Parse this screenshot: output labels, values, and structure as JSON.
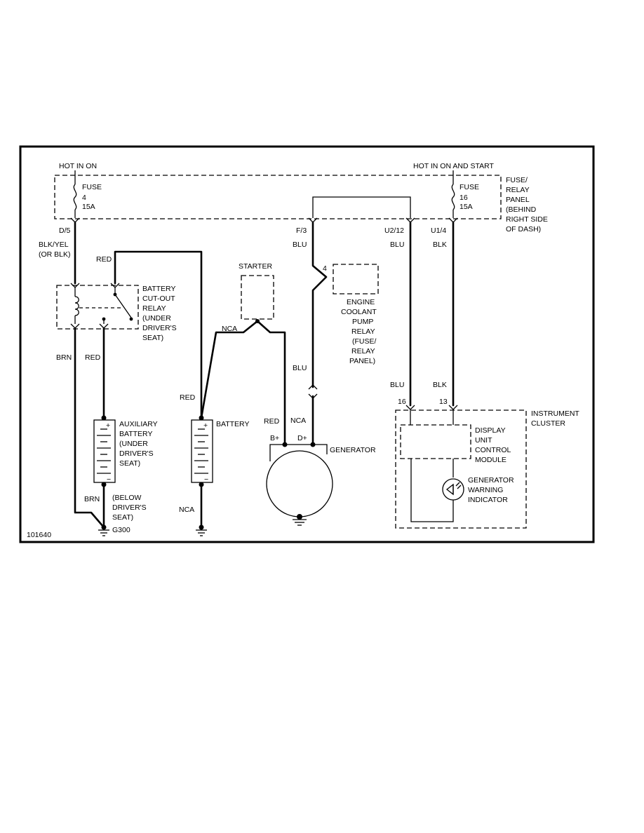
{
  "headers": {
    "hot_in_on": "HOT IN ON",
    "hot_in_on_and_start": "HOT IN ON AND START"
  },
  "fuse_panel": {
    "lines": [
      "FUSE/",
      "RELAY",
      "PANEL",
      "(BEHIND",
      "RIGHT SIDE",
      "OF DASH)"
    ]
  },
  "fuse_left": {
    "word": "FUSE",
    "number": "4",
    "rating": "15A"
  },
  "fuse_right": {
    "word": "FUSE",
    "number": "16",
    "rating": "15A"
  },
  "connectors": {
    "d5": "D/5",
    "f3": "F/3",
    "u212": "U2/12",
    "u14": "U1/4",
    "p16": "16",
    "p13": "13",
    "pin4": "4"
  },
  "wires": {
    "blk_yel": "BLK/YEL",
    "or_blk": "(OR BLK)",
    "red": "RED",
    "blu": "BLU",
    "blk": "BLK",
    "brn": "BRN",
    "nca": "NCA"
  },
  "relay": {
    "lines": [
      "BATTERY",
      "CUT-OUT",
      "RELAY",
      "(UNDER",
      "DRIVER'S",
      "SEAT)"
    ]
  },
  "starter": {
    "label": "STARTER"
  },
  "pump_relay": {
    "lines": [
      "ENGINE",
      "COOLANT",
      "PUMP",
      "RELAY",
      "(FUSE/",
      "RELAY",
      "PANEL)"
    ]
  },
  "aux_battery": {
    "lines": [
      "AUXILIARY",
      "BATTERY",
      "(UNDER",
      "DRIVER'S",
      "SEAT)"
    ]
  },
  "battery": {
    "label": "BATTERY"
  },
  "generator": {
    "label": "GENERATOR",
    "b_plus": "B+",
    "d_plus": "D+"
  },
  "ground": {
    "lines": [
      "(BELOW",
      "DRIVER'S",
      "SEAT)"
    ],
    "id": "G300"
  },
  "cluster": {
    "lines": [
      "INSTRUMENT",
      "CLUSTER"
    ],
    "module_lines": [
      "DISPLAY",
      "UNIT",
      "CONTROL",
      "MODULE"
    ],
    "indicator_lines": [
      "GENERATOR",
      "WARNING",
      "INDICATOR"
    ]
  },
  "polarity": {
    "plus": "+",
    "minus": "−"
  },
  "figure_id": "101640",
  "colors": {
    "line": "#000000",
    "background": "#ffffff"
  }
}
